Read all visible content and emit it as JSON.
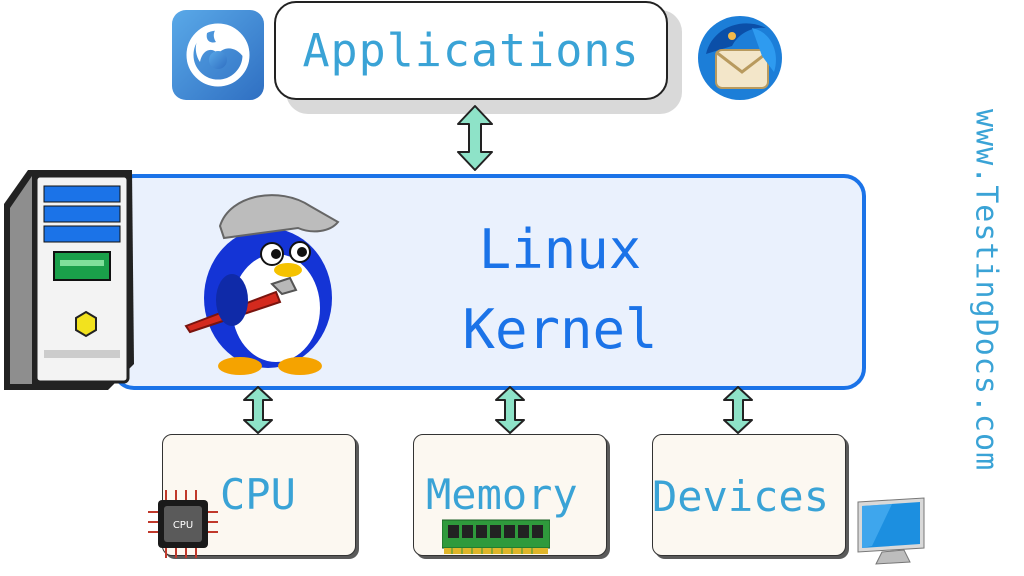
{
  "applications": {
    "label": "Applications"
  },
  "kernel": {
    "line1": "Linux",
    "line2": "Kernel"
  },
  "hardware": [
    {
      "label": "CPU"
    },
    {
      "label": "Memory"
    },
    {
      "label": "Devices"
    }
  ],
  "chip_label": "CPU",
  "watermark": "www.TestingDocs.com",
  "colors": {
    "kernel_border": "#1b73e8",
    "kernel_fill": "#eaf1fd",
    "arrow": "#8ee3c8",
    "label_blue": "#3aa3d6"
  },
  "icons": {
    "top_left": "firefox-icon",
    "top_right": "thunderbird-icon",
    "left": "server-tower-icon",
    "mascot": "tux-penguin-icon",
    "cpu": "cpu-chip-icon",
    "memory": "ram-module-icon",
    "devices": "monitor-icon"
  }
}
